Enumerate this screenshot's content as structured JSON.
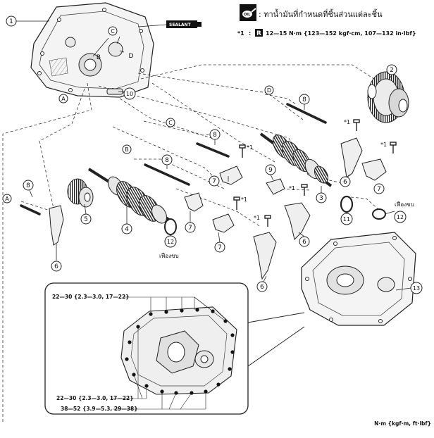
{
  "legend": {
    "oil_can_label": "OIL",
    "oil_text": ": ทาน้ำมันที่กำหนดที่ชิ้นส่วนแต่ละชิ้น",
    "sealant_label": "SEALANT",
    "torque_ref": "*1",
    "torque_colon": ":",
    "torque_badge": "R",
    "torque_spec": "12—15 N·m {123—152 kgf·cm, 107—132 in·lbf}"
  },
  "callouts": [
    "1",
    "2",
    "3",
    "4",
    "5",
    "6",
    "6",
    "6",
    "6",
    "7",
    "7",
    "7",
    "7",
    "8",
    "8",
    "8",
    "8",
    "9",
    "10",
    "11",
    "12",
    "12",
    "13"
  ],
  "ref_letters": [
    "A",
    "B",
    "C",
    "D",
    "A",
    "B",
    "C",
    "D"
  ],
  "bolt_marks": [
    "*1",
    "*1",
    "*1",
    "*1",
    "*1",
    "*1"
  ],
  "notes": {
    "apply_left": "เฟืองขบ",
    "apply_right": "เฟืองขบ"
  },
  "detail_torques": {
    "top": "22—30 {2.3—3.0, 17—22}",
    "bottom1": "22—30 {2.3—3.0, 17—22}",
    "bottom2": "38—52 {3.9—5.3, 29—38}"
  },
  "unit_note": "N·m {kgf·m, ft·lbf}"
}
